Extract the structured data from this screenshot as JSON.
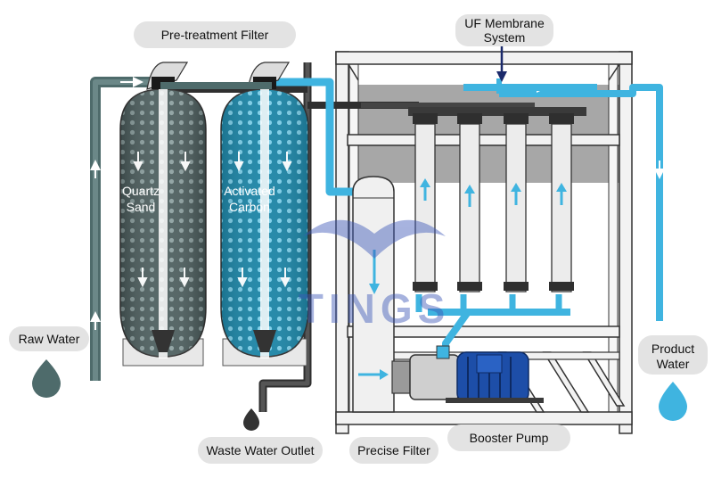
{
  "labels": {
    "pretreatment": "Pre-treatment Filter",
    "uf_line1": "UF Membrane",
    "uf_line2": "System",
    "raw_water": "Raw Water",
    "product_line1": "Product",
    "product_line2": "Water",
    "waste_outlet": "Waste Water Outlet",
    "precise_filter": "Precise Filter",
    "booster_pump": "Booster Pump"
  },
  "tanks": {
    "quartz_line1": "Quartz",
    "quartz_line2": "Sand",
    "carbon_line1": "Activated",
    "carbon_line2": "Carbon"
  },
  "watermark": "TINGS",
  "colors": {
    "water_dark": "#4e6b6b",
    "water_light": "#3fb4e0",
    "sand_tank": "#4d5f5f",
    "carbon_tank": "#1f87a8",
    "frame": "#f2f2f2",
    "pipe_dark": "#3a3a3a",
    "pill": "#e3e3e3"
  }
}
